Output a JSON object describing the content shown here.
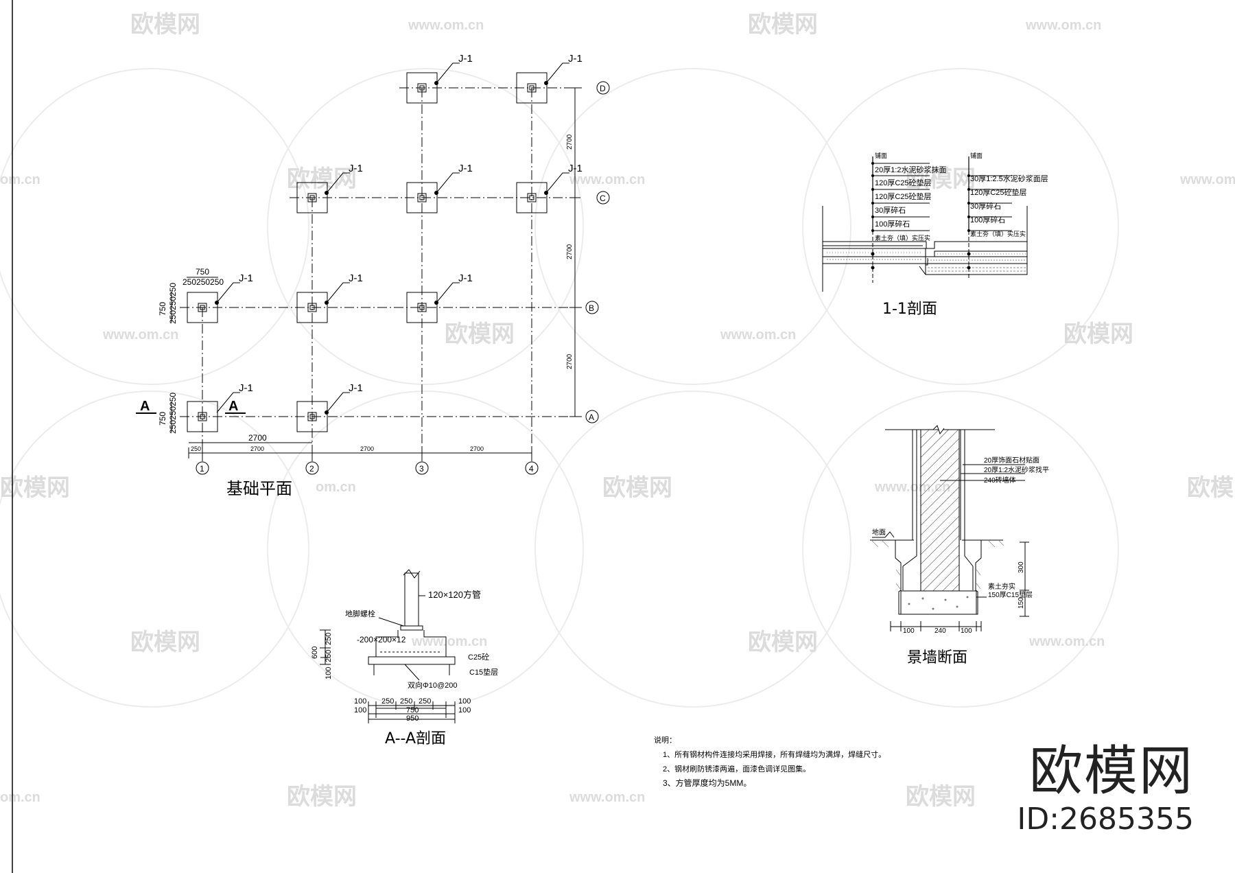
{
  "plan": {
    "title": "基础平面",
    "footing_label": "J-1",
    "grid_cols": [
      "1",
      "2",
      "3",
      "4"
    ],
    "grid_rows": [
      "A",
      "B",
      "C",
      "D"
    ],
    "bay_dim": "2700",
    "col_dims": [
      "250",
      "2700",
      "2700",
      "2700"
    ],
    "top_dim_total": "2700",
    "footing_size": "750",
    "footing_sub": "250250250",
    "section_mark": "A"
  },
  "section_aa": {
    "title": "A--A剖面",
    "post_label": "120×120方管",
    "anchor_label": "地脚螺栓",
    "plate_label": "-200×200×12",
    "c25_label": "C25砼",
    "c15_label": "C15垫层",
    "rebar_label": "双向Φ10@200",
    "height_total": "600",
    "height_parts": [
      "250",
      "250",
      "100"
    ],
    "width_row1": [
      "100",
      "250",
      "250",
      "250",
      "100"
    ],
    "width_row2": [
      "100",
      "750",
      "100"
    ],
    "width_total": "950"
  },
  "section_11": {
    "title": "1-1剖面",
    "left_header": "铺面",
    "left_layers": [
      "20厚1:2水泥砂浆抹面",
      "120厚C25砼垫层",
      "120厚C25砼垫层",
      "30厚碎石",
      "100厚碎石",
      "素土夯（填）实压实"
    ],
    "right_header": "铺面",
    "right_layers": [
      "30厚1:2.5水泥砂浆面层",
      "120厚C25砼垫层",
      "30厚碎石",
      "100厚碎石",
      "素土夯（填）实压实"
    ]
  },
  "wall_section": {
    "title": "景墙断面",
    "layer_labels": [
      "20厚饰面石材贴面",
      "20厚1:2水泥砂浆找平",
      "240砖墙体"
    ],
    "ground_label": "地面",
    "foundation_label": [
      "素土夯实",
      "150厚C15垫层"
    ],
    "height_dims": [
      "300",
      "150"
    ],
    "width_dims": [
      "100",
      "240",
      "100"
    ]
  },
  "notes": {
    "heading": "说明：",
    "items": [
      "1、所有钢材构件连接均采用焊接，所有焊缝均为满焊，焊缝尺寸。",
      "2、钢材刷防锈漆两遍，面漆色调详见图集。",
      "3、方管厚度均为5MM。"
    ]
  },
  "watermark": {
    "brand": "欧模网",
    "id": "ID:2685355",
    "small_brand": "欧模网",
    "small_url": "www.om.cn",
    "small_url_partial": "om.cn"
  }
}
